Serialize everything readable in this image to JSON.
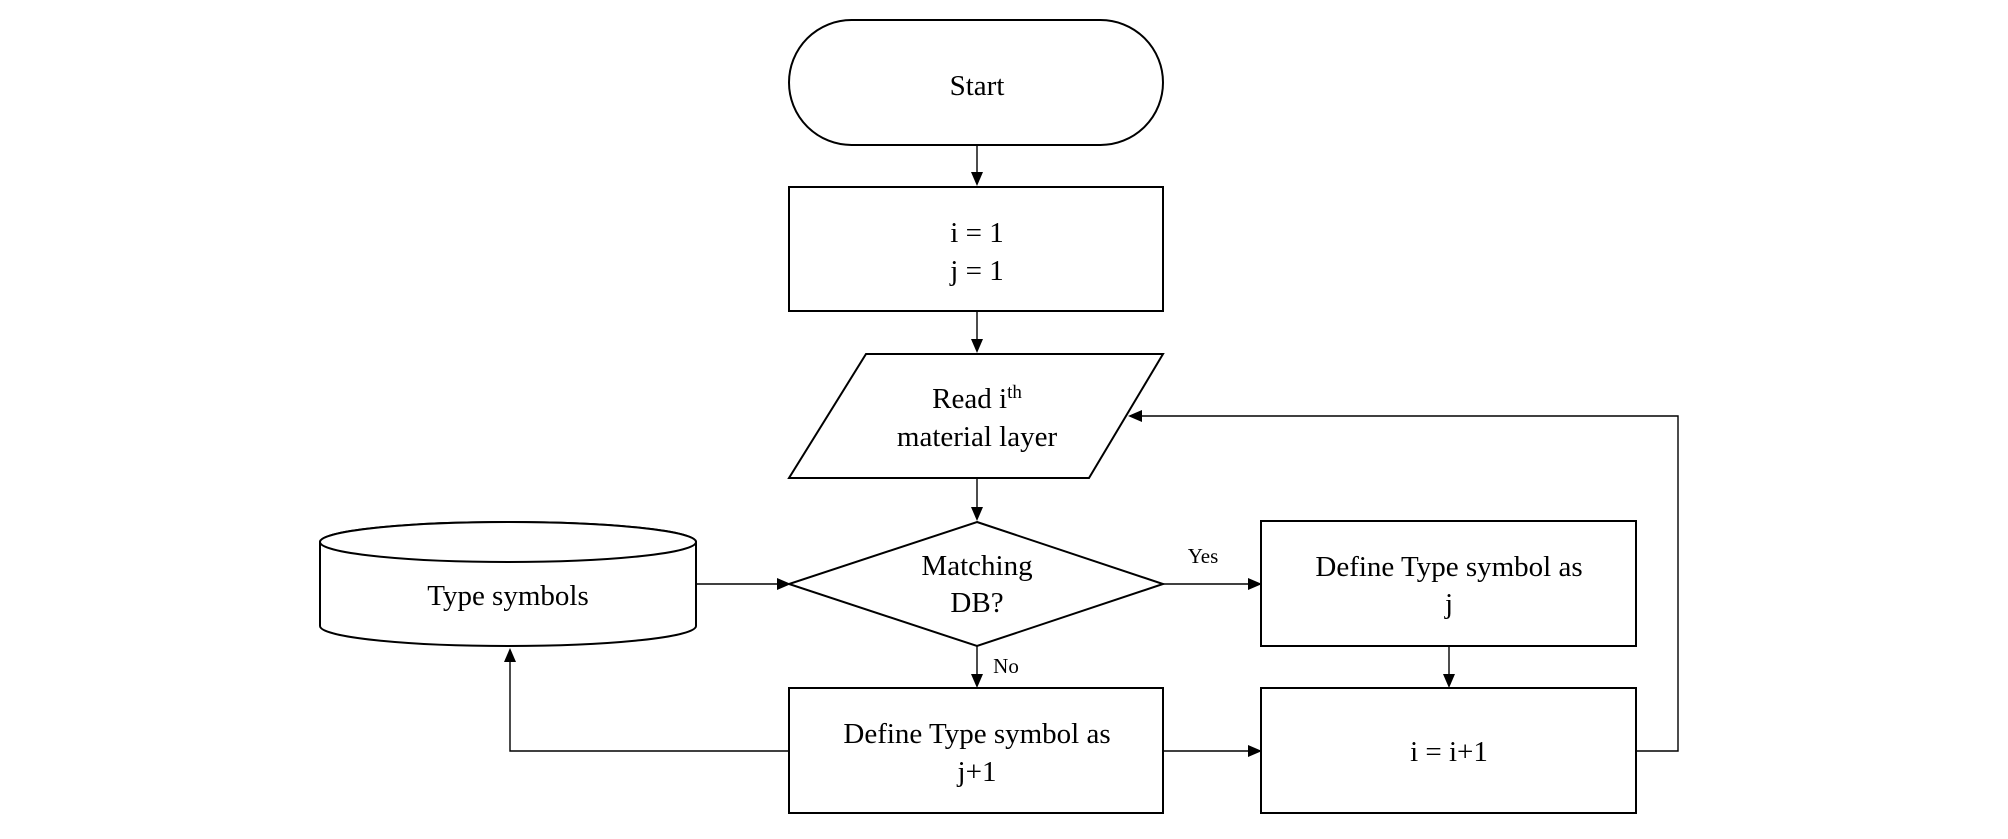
{
  "nodes": {
    "start": "Start",
    "init": {
      "line1": "i = 1",
      "line2": "j = 1"
    },
    "read": {
      "prefix": "Read i",
      "superscript": "th",
      "line2": "material layer"
    },
    "decision": {
      "line1": "Matching",
      "line2": "DB?"
    },
    "database": "Type symbols",
    "define_j": {
      "line1": "Define Type symbol as",
      "line2": "j"
    },
    "define_j1": {
      "line1": "Define Type symbol as",
      "line2": "j+1"
    },
    "increment": "i = i+1"
  },
  "edge_labels": {
    "yes": "Yes",
    "no": "No"
  }
}
